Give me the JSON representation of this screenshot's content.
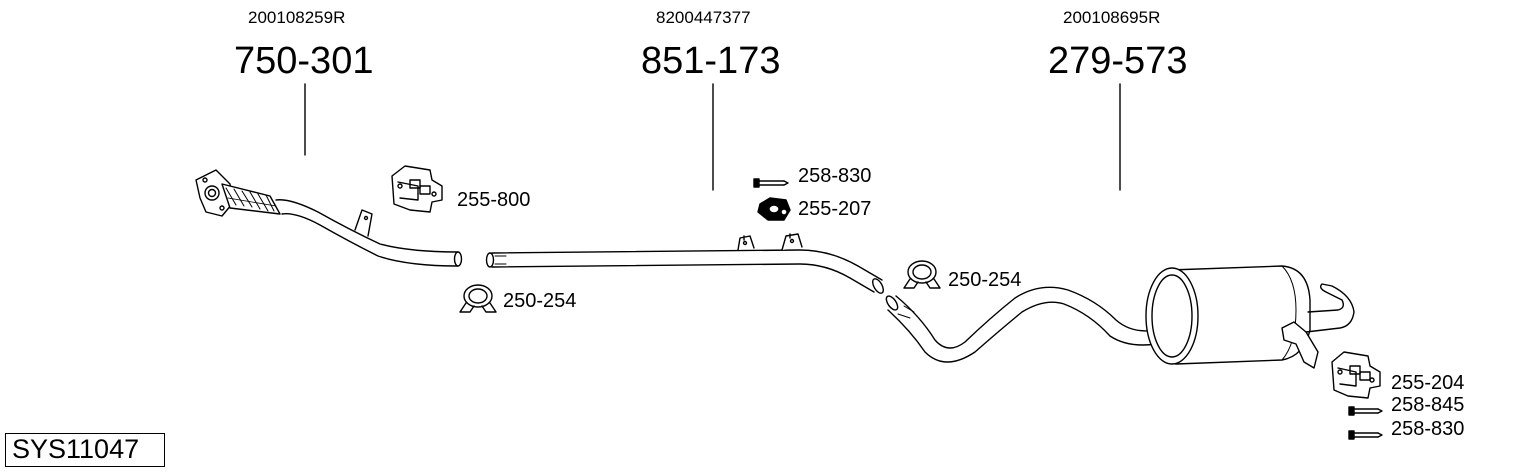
{
  "system": {
    "code": "SYS11047"
  },
  "sections": [
    {
      "oem": "200108259R",
      "part": "750-301"
    },
    {
      "oem": "8200447377",
      "part": "851-173"
    },
    {
      "oem": "200108695R",
      "part": "279-573"
    }
  ],
  "components": [
    {
      "label": "255-800"
    },
    {
      "label": "250-254"
    },
    {
      "label": "258-830"
    },
    {
      "label": "255-207"
    },
    {
      "label": "250-254"
    },
    {
      "label": "255-204"
    },
    {
      "label": "258-845"
    },
    {
      "label": "258-830"
    }
  ]
}
